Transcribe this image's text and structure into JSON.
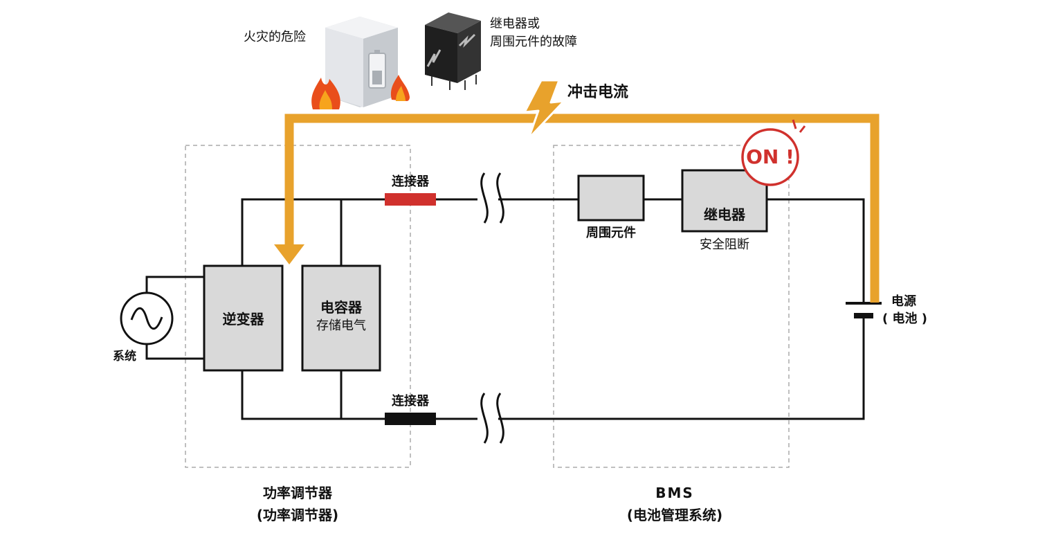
{
  "labels": {
    "fire_hazard": "火灾的危险",
    "relay_fault_line1": "继电器或",
    "relay_fault_line2": "周围元件的故障",
    "surge_current": "冲击电流",
    "on_badge": "ON !",
    "connector_top": "连接器",
    "connector_bottom": "连接器",
    "peripheral": "周围元件",
    "relay": "继电器",
    "safety_cutoff": "安全阻断",
    "power_source_line1": "电源",
    "power_source_line2": "( 电池 )",
    "inverter": "逆变器",
    "capacitor": "电容器",
    "capacitor_sub": "存储电气",
    "grid": "系统",
    "pcs_line1": "功率调节器",
    "pcs_line2": "(功率调节器)",
    "bms_line1": "BMS",
    "bms_line2": "(电池管理系统)"
  },
  "colors": {
    "surge_path": "#e8a22c",
    "connector_top": "#d0312d",
    "connector_bottom": "#111111",
    "component_fill": "#d9d9d9",
    "on_badge": "#d0312d",
    "flame": "#e94e1b"
  },
  "icons": [
    "battery-fire-icon",
    "damaged-relay-icon",
    "lightning-icon",
    "ac-source-icon",
    "battery-symbol-icon"
  ]
}
